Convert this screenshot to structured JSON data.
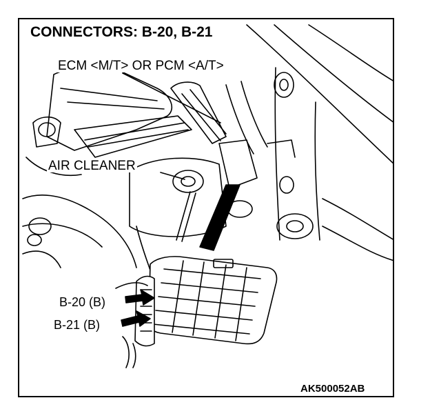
{
  "diagram": {
    "title": "CONNECTORS: B-20, B-21",
    "unit_label": "ECM <M/T> OR PCM <A/T>",
    "air_cleaner_label": "AIR CLEANER",
    "connector_b20_label": "B-20 (B)",
    "connector_b21_label": "B-21 (B)",
    "figure_code": "AK500052AB"
  }
}
